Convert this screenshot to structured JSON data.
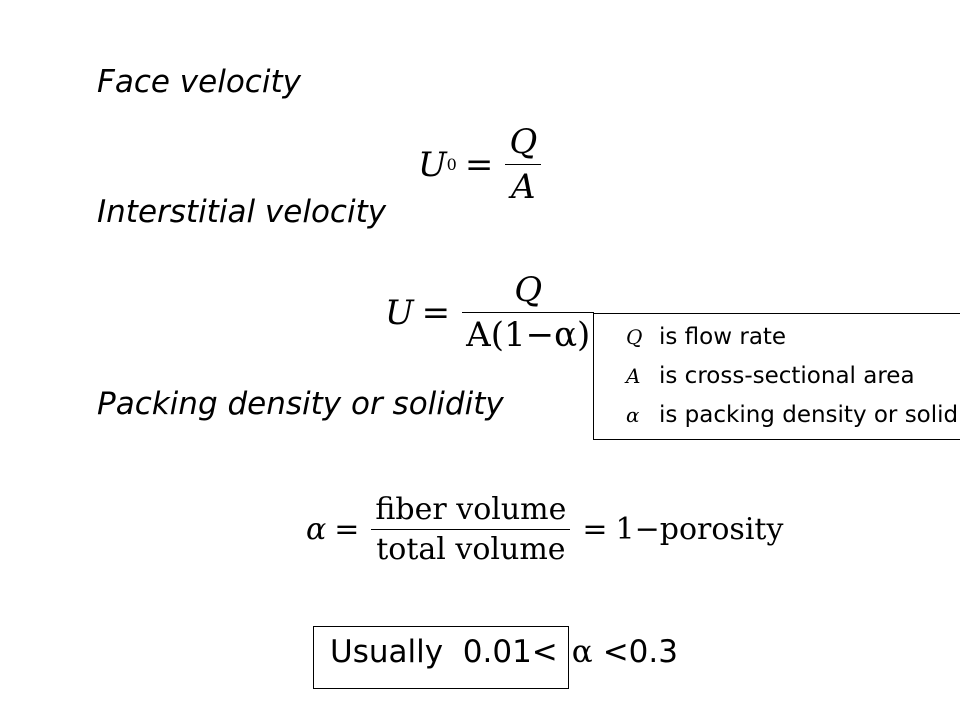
{
  "headings": {
    "face_velocity": "Face velocity",
    "interstitial_velocity": "Interstitial velocity",
    "packing_density": "Packing density or solidity"
  },
  "equations": {
    "face": {
      "lhs": "U",
      "lhs_sub": "0",
      "equals": "=",
      "numerator": "Q",
      "denominator": "A"
    },
    "interstitial": {
      "lhs": "U",
      "equals": "=",
      "numerator": "Q",
      "denominator": "A(1−α)"
    },
    "solidity": {
      "lhs": "α",
      "equals": "=",
      "numerator": "fiber volume",
      "denominator": "total volume",
      "equals2": "=",
      "rhs": "1−porosity"
    }
  },
  "legend": {
    "items": [
      {
        "symbol": "Q",
        "text": "is flow rate"
      },
      {
        "symbol": "A",
        "text": "is cross-sectional area"
      },
      {
        "symbol": "α",
        "text": "is packing density or solidity"
      }
    ]
  },
  "note": {
    "prefix": "Usually  0.01<",
    "symbol": "α",
    "suffix": "<0.3"
  }
}
